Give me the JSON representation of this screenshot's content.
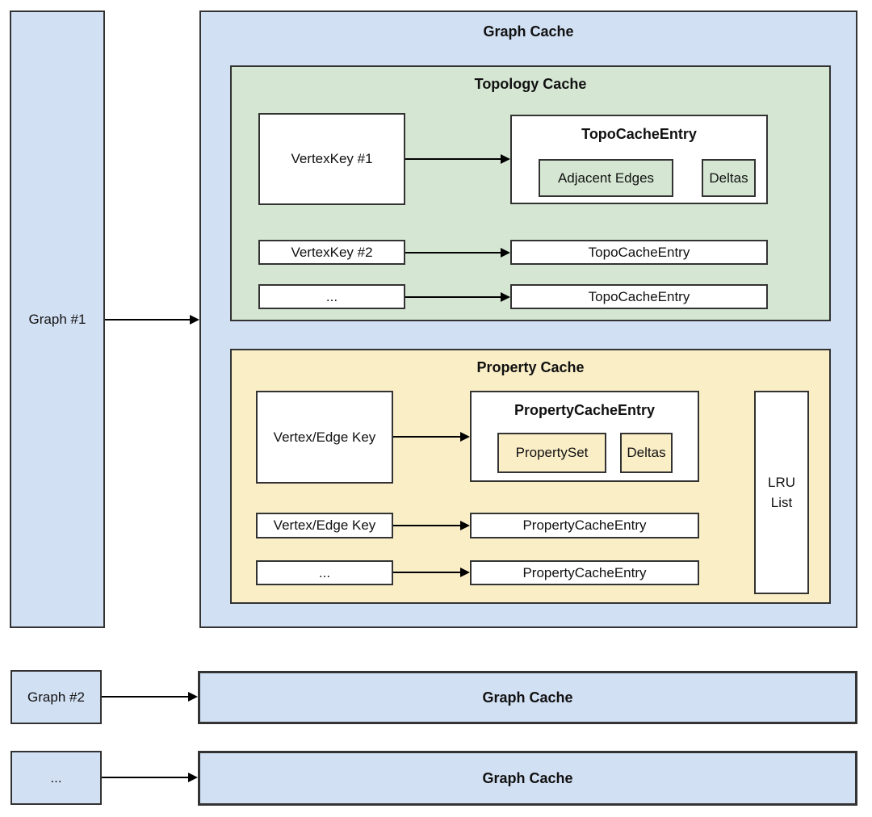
{
  "colors": {
    "blue": "#d2e0f3",
    "green": "#d5e7d3",
    "yellow": "#faeec7",
    "border": "#333333",
    "arrow": "#000000"
  },
  "left_column": {
    "graph1_label": "Graph #1"
  },
  "graph_cache": {
    "title": "Graph Cache",
    "topology_cache": {
      "title": "Topology Cache",
      "entry_detail": {
        "title": "TopoCacheEntry",
        "adjacent_edges": "Adjacent Edges",
        "deltas": "Deltas"
      },
      "rows": [
        {
          "key": "VertexKey #1"
        },
        {
          "key": "VertexKey #2",
          "value": "TopoCacheEntry"
        },
        {
          "key": "...",
          "value": "TopoCacheEntry"
        }
      ]
    },
    "property_cache": {
      "title": "Property Cache",
      "entry_detail": {
        "title": "PropertyCacheEntry",
        "property_set": "PropertySet",
        "deltas": "Deltas"
      },
      "rows": [
        {
          "key": "Vertex/Edge Key"
        },
        {
          "key": "Vertex/Edge Key",
          "value": "PropertyCacheEntry"
        },
        {
          "key": "...",
          "value": "PropertyCacheEntry"
        }
      ],
      "lru": {
        "line1": "LRU",
        "line2": "List"
      }
    }
  },
  "bottom_rows": [
    {
      "source": "Graph #2",
      "target": "Graph Cache"
    },
    {
      "source": "...",
      "target": "Graph Cache"
    }
  ]
}
